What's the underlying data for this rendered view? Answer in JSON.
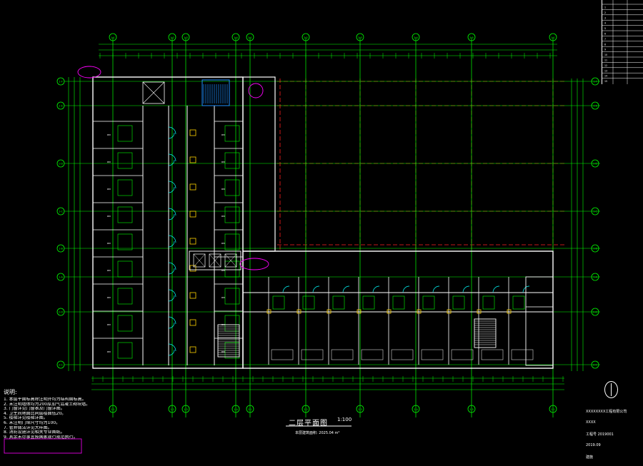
{
  "drawing": {
    "title": "二层平面图",
    "scale": "1:100",
    "area_note": "本层建筑面积: 2025.04 m²",
    "grid_axes_top": [
      "1-1",
      "1-2",
      "1-3",
      "1-4",
      "2-1",
      "2-2",
      "2-3",
      "2-4",
      "2-5"
    ],
    "grid_axes_left": [
      "1-F",
      "1-E",
      "1-D",
      "1-C",
      "1-B",
      "1-A",
      "2-D",
      "2-C",
      "2-B",
      "2-A"
    ],
    "right_info": [
      "XXXXXXXX工程有限公司",
      "XXXX",
      "工程号 2019001",
      "2019.09",
      "建施"
    ],
    "notes_title": "说明:",
    "notes": [
      "1. 本层平面标高除注明外均为结构面标高。",
      "2. 未注明墙体均为200厚加气混凝土砌块墙。",
      "3. 门窗详见门窗表及门窗详图。",
      "4. 卫生间地面比同层楼面低20。",
      "5. 楼梯详见楼梯详图。",
      "6. 未注明门垛尺寸均为100。",
      "7. 管井做法详见大样图。",
      "8. 消防设施详见相关专业图纸。",
      "9. 其余未尽事宜按国家现行规范执行。"
    ],
    "title_block_rows": [
      "1",
      "2",
      "3",
      "4",
      "5",
      "6",
      "7",
      "8",
      "9",
      "10",
      "11",
      "12",
      "13",
      "14",
      "15"
    ],
    "colors": {
      "background": "#000000",
      "grid": "#00ff00",
      "wall": "#ffffff",
      "axis_red": "#ff2020",
      "door": "#00ffff",
      "accent": "#ff00ff",
      "stair_blue": "#1e90ff",
      "yellow": "#ffd400"
    }
  }
}
